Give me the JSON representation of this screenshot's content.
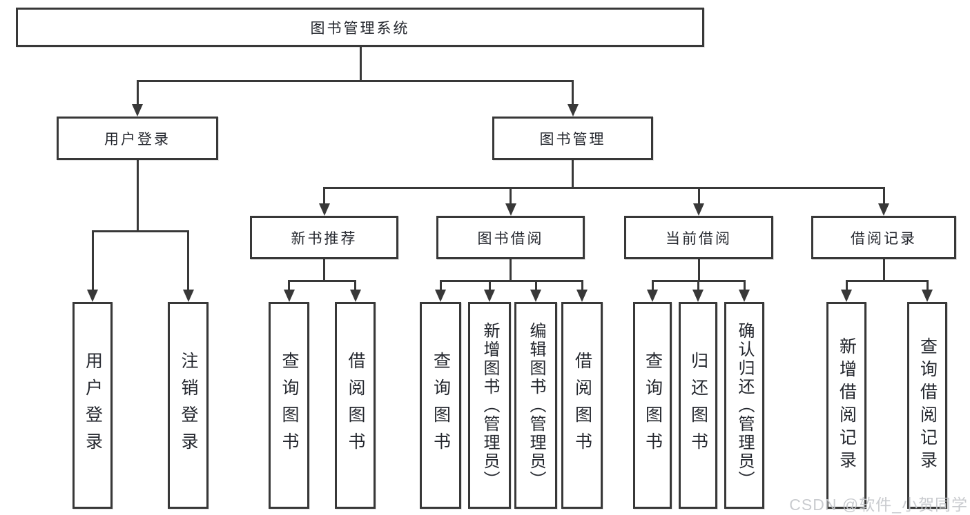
{
  "diagram": {
    "root": "图书管理系统",
    "level2": [
      "用户登录",
      "图书管理"
    ],
    "level3": [
      "新书推荐",
      "图书借阅",
      "当前借阅",
      "借阅记录"
    ],
    "leaves": [
      "用户登录",
      "注销登录",
      "查询图书",
      "借阅图书",
      "查询图书",
      "新增图书（管理员）",
      "编辑图书（管理员）",
      "借阅图书",
      "查询图书",
      "归还图书",
      "确认归还（管理员）",
      "新增借阅记录",
      "查询借阅记录"
    ],
    "hierarchy": {
      "图书管理系统": [
        "用户登录",
        "图书管理"
      ],
      "用户登录": [
        "用户登录",
        "注销登录"
      ],
      "图书管理": [
        "新书推荐",
        "图书借阅",
        "当前借阅",
        "借阅记录"
      ],
      "新书推荐": [
        "查询图书",
        "借阅图书"
      ],
      "图书借阅": [
        "查询图书",
        "新增图书（管理员）",
        "编辑图书（管理员）",
        "借阅图书"
      ],
      "当前借阅": [
        "查询图书",
        "归还图书",
        "确认归还（管理员）"
      ],
      "借阅记录": [
        "新增借阅记录",
        "查询借阅记录"
      ]
    }
  },
  "watermark": "CSDN @软件_小贺同学",
  "colors": {
    "line": "#383838",
    "text": "#24272e",
    "watermark": "#c4c6ca"
  }
}
